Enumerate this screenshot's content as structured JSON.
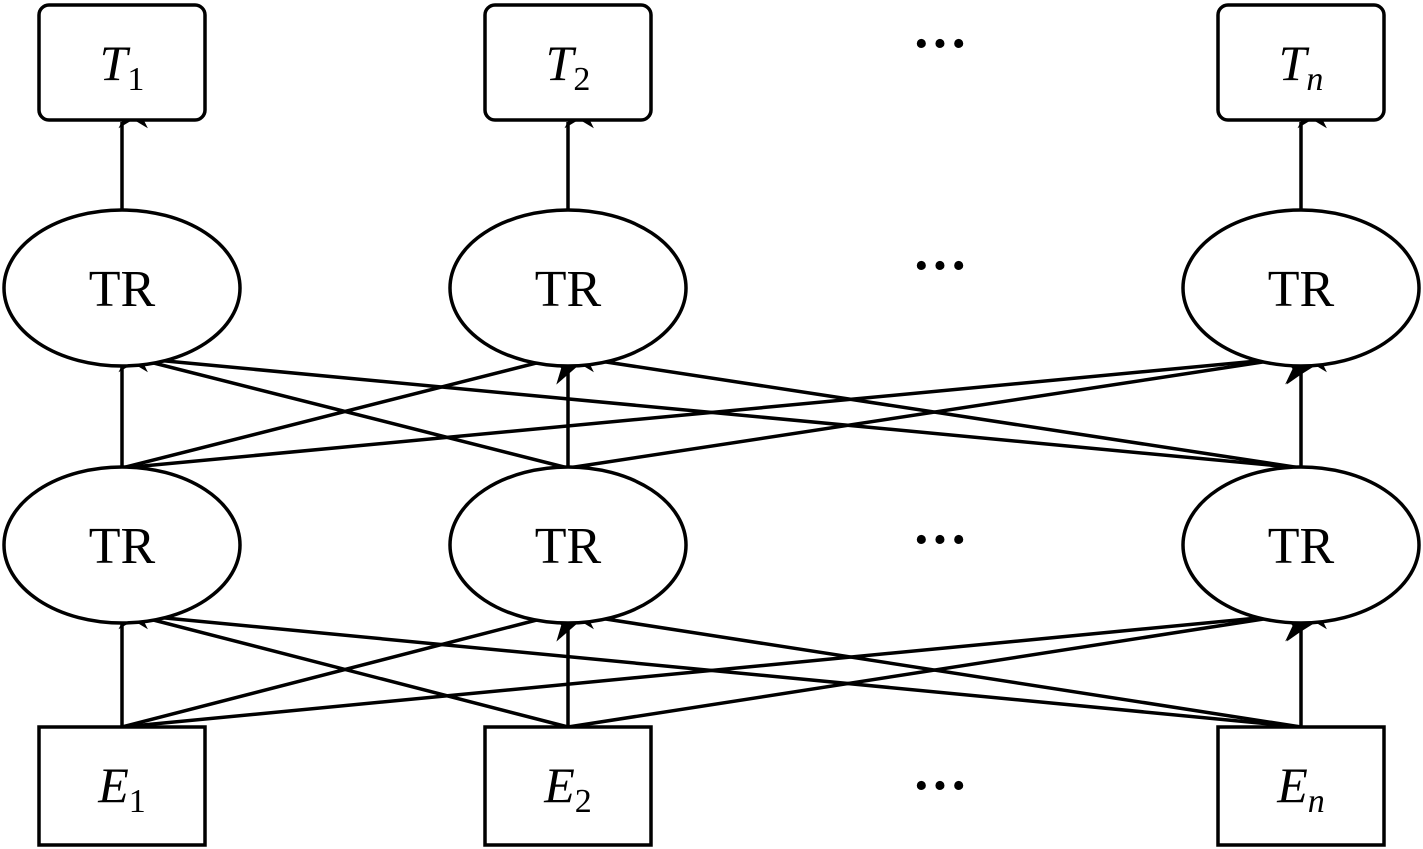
{
  "outputs": [
    {
      "main": "T",
      "sub": "1",
      "sub_italic": false
    },
    {
      "main": "T",
      "sub": "2",
      "sub_italic": false
    },
    {
      "main": "T",
      "sub": "n",
      "sub_italic": true
    }
  ],
  "inputs": [
    {
      "main": "E",
      "sub": "1",
      "sub_italic": false
    },
    {
      "main": "E",
      "sub": "2",
      "sub_italic": false
    },
    {
      "main": "E",
      "sub": "n",
      "sub_italic": true
    }
  ],
  "layers": [
    {
      "label": "TR"
    },
    {
      "label": "TR"
    }
  ],
  "ellipsis": "···"
}
